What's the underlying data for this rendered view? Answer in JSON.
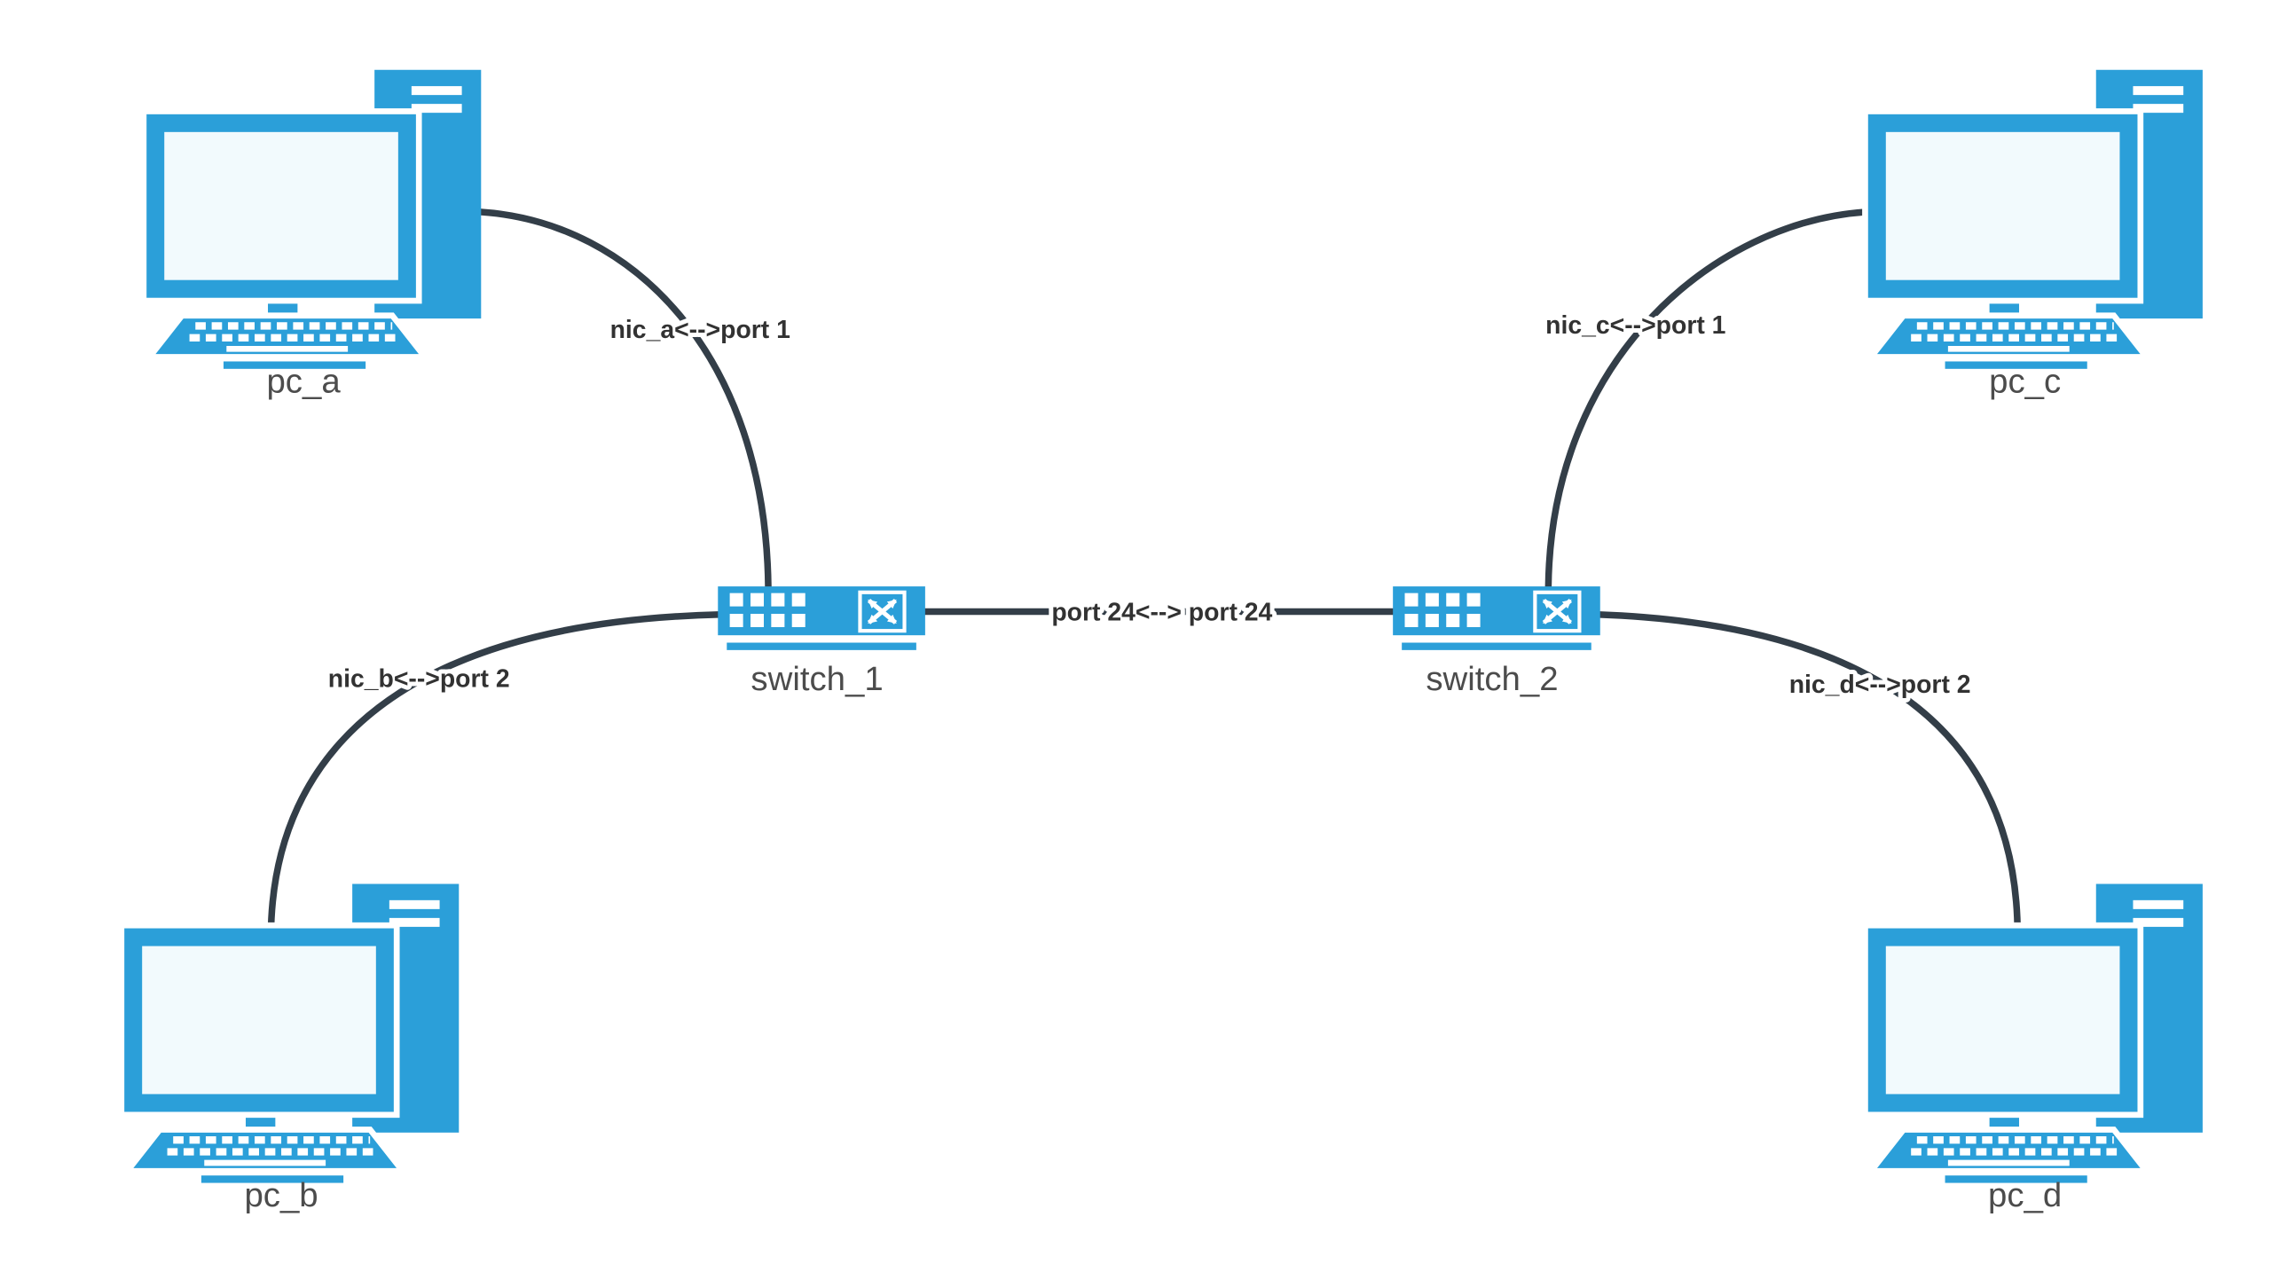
{
  "diagram": {
    "type": "network-topology",
    "nodes": [
      {
        "id": "pc_a",
        "kind": "pc",
        "label": "pc_a"
      },
      {
        "id": "pc_b",
        "kind": "pc",
        "label": "pc_b"
      },
      {
        "id": "pc_c",
        "kind": "pc",
        "label": "pc_c"
      },
      {
        "id": "pc_d",
        "kind": "pc",
        "label": "pc_d"
      },
      {
        "id": "switch_1",
        "kind": "switch",
        "label": "switch_1"
      },
      {
        "id": "switch_2",
        "kind": "switch",
        "label": "switch_2"
      }
    ],
    "edges": [
      {
        "from": "pc_a",
        "from_port": "nic_a",
        "to": "switch_1",
        "to_port": "port 1",
        "label": "nic_a<-->port 1"
      },
      {
        "from": "pc_b",
        "from_port": "nic_b",
        "to": "switch_1",
        "to_port": "port 2",
        "label": "nic_b<-->port 2"
      },
      {
        "from": "switch_1",
        "from_port": "port 24",
        "to": "switch_2",
        "to_port": "port 24",
        "label": "port 24<--> port 24"
      },
      {
        "from": "pc_c",
        "from_port": "nic_c",
        "to": "switch_2",
        "to_port": "port 1",
        "label": "nic_c<-->port 1"
      },
      {
        "from": "pc_d",
        "from_port": "nic_d",
        "to": "switch_2",
        "to_port": "port 2",
        "label": "nic_d<-->port 2"
      }
    ],
    "colors": {
      "device": "#2b9fd9",
      "screen": "#f2fafd",
      "wire": "#333e48",
      "label": "#4c4c4c",
      "edge-label": "#323232",
      "canvas": "#ffffff"
    }
  }
}
